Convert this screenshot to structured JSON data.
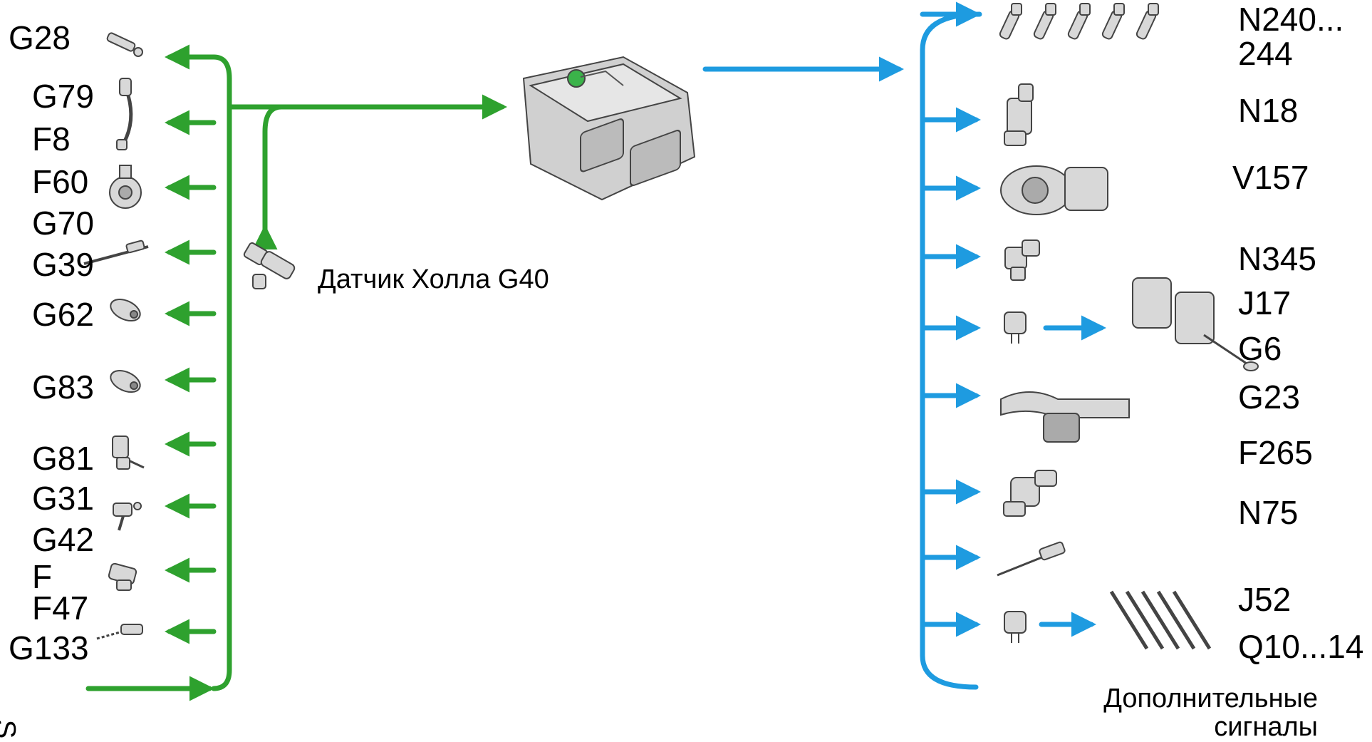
{
  "colors": {
    "input_lines": "#2ea12e",
    "output_lines": "#1e9be0",
    "component_fill": "#d8d8d8",
    "component_stroke": "#444444"
  },
  "inputs": {
    "labels": [
      "G28",
      "G79",
      "F8",
      "F60",
      "G70",
      "G39",
      "G62",
      "G83",
      "G81",
      "G31",
      "G42",
      "F",
      "F47",
      "G133"
    ],
    "hall_sensor_label": "Датчик Холла G40"
  },
  "outputs": {
    "labels": [
      "N240...",
      "244",
      "N18",
      "V157",
      "N345",
      "J17",
      "G6",
      "G23",
      "F265",
      "N75",
      "J52",
      "Q10...14"
    ],
    "extra_signals_line1": "Дополнительные",
    "extra_signals_line2": "сигналы"
  },
  "corner_mark": "S",
  "icons": {
    "input_sensors": [
      "speed-sensor-icon",
      "pedal-sensor-icon",
      "throttle-module-icon",
      "lambda-probe-icon",
      "temp-sensor-icon",
      "temp-sensor-icon",
      "pedal-switch-icon",
      "pressure-sensor-icon",
      "pressure-switch-icon",
      "temp-probe-icon"
    ],
    "ecu": "ecu-module-icon",
    "outputs": [
      "injector-icon",
      "valve-icon",
      "intake-flap-icon",
      "solenoid-icon",
      "relay-icon",
      "fuel-pump-icon",
      "radiator-hose-icon",
      "boost-valve-icon",
      "glow-sensor-icon",
      "relay-icon",
      "glow-plugs-icon"
    ]
  }
}
